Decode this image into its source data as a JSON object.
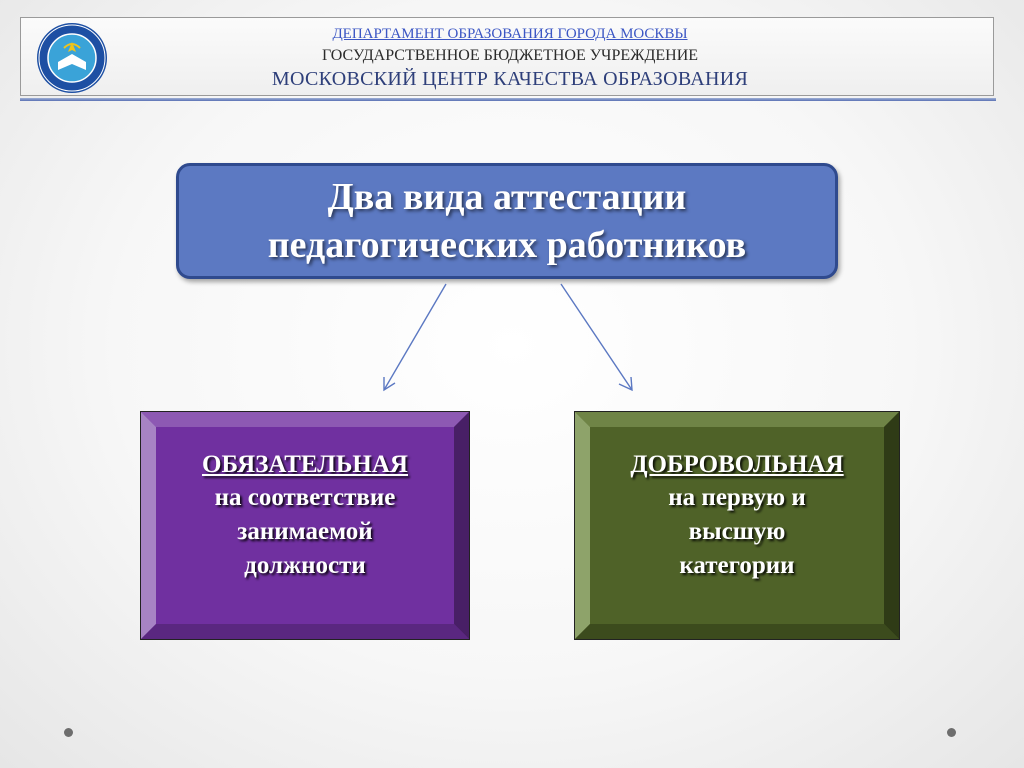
{
  "header": {
    "department": "ДЕПАРТАМЕНТ ОБРАЗОВАНИЯ ГОРОДА МОСКВЫ",
    "institution_type": "ГОСУДАРСТВЕННОЕ БЮДЖЕТНОЕ УЧРЕЖДЕНИЕ",
    "organization": "МОСКОВСКИЙ  ЦЕНТР  КАЧЕСТВА  ОБРАЗОВАНИЯ"
  },
  "title": {
    "line1": "Два вида аттестации",
    "line2": "педагогических работников"
  },
  "boxes": [
    {
      "kind": "ОБЯЗАТЕЛЬНАЯ",
      "desc_lines": [
        "на соответствие",
        "занимаемой",
        "должности"
      ],
      "color": "#7030a0"
    },
    {
      "kind": "ДОБРОВОЛЬНАЯ",
      "desc_lines": [
        "на первую и",
        "высшую",
        "категории"
      ],
      "color": "#4f6228"
    }
  ],
  "colors": {
    "title_fill": "#5c79c2",
    "title_border": "#2f4a8e",
    "arrow": "#5b78c2",
    "header_accent": "#3b56c4"
  },
  "icons": [
    "emblem-logo",
    "arrow-down-left",
    "arrow-down-right",
    "slide-dot"
  ]
}
